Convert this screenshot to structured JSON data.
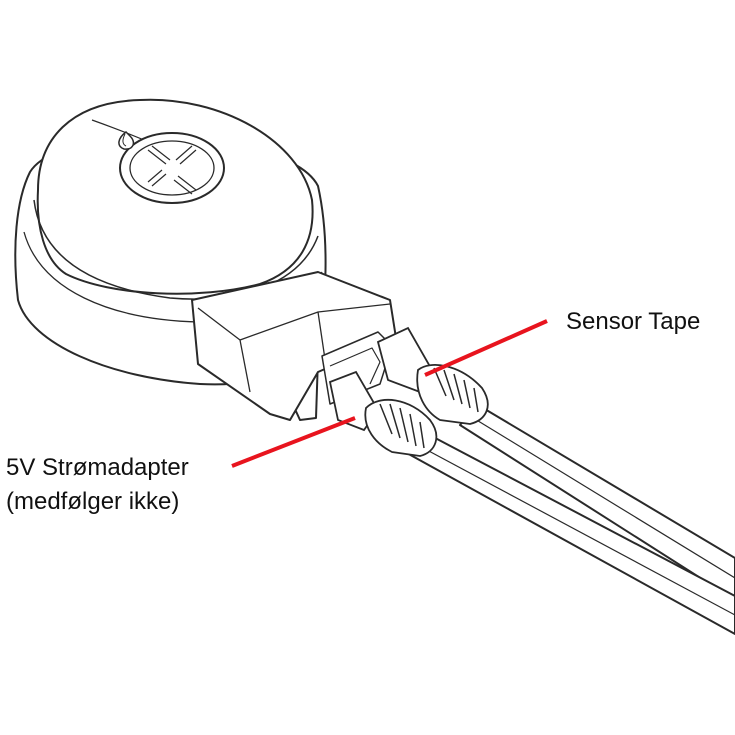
{
  "labels": {
    "sensor_tape": "Sensor Tape",
    "power_adapter_line1": "5V Strømadapter",
    "power_adapter_line2": "(medfølger ikke)"
  },
  "colors": {
    "callout_line": "#e8141e",
    "outline": "#2a2a2a",
    "fill": "#ffffff"
  },
  "icons": {
    "device_logo": "x-icon",
    "status_indicator": "drop-led-icon"
  }
}
